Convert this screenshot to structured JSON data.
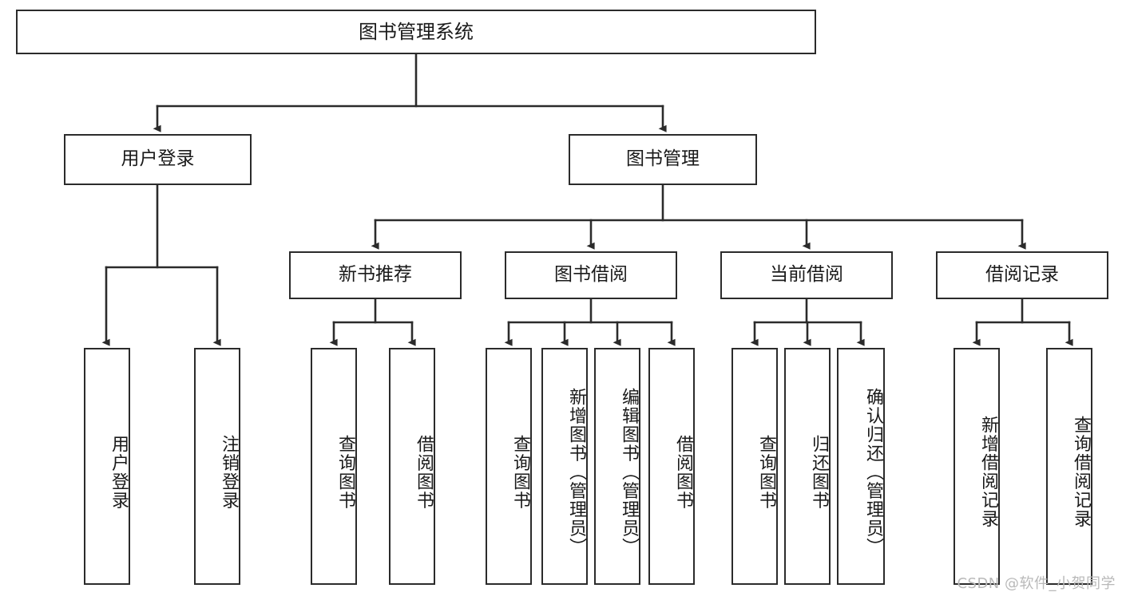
{
  "diagram": {
    "title": "图书管理系统",
    "type": "tree-hierarchy-diagram",
    "colors": {
      "stroke": "#2b2b2b",
      "fill": "#ffffff",
      "text": "#1a1a1a",
      "watermark": "#b9b9b9"
    },
    "watermark": "CSDN @软件_小贺同学"
  },
  "nodes": {
    "root": {
      "label": "图书管理系统"
    },
    "level2": [
      {
        "id": "user-login",
        "label": "用户登录"
      },
      {
        "id": "book-management",
        "label": "图书管理"
      }
    ],
    "level3": [
      {
        "id": "new-book-recommend",
        "label": "新书推荐"
      },
      {
        "id": "book-borrow",
        "label": "图书借阅"
      },
      {
        "id": "current-borrow",
        "label": "当前借阅"
      },
      {
        "id": "borrow-record",
        "label": "借阅记录"
      }
    ],
    "leaves": {
      "user_login": [
        {
          "id": "leaf-user-login",
          "label": "用户登录"
        },
        {
          "id": "leaf-logout-login",
          "label": "注销登录"
        }
      ],
      "new_book_recommend": [
        {
          "id": "leaf-query-book-1",
          "label": "查询图书"
        },
        {
          "id": "leaf-borrow-book-1",
          "label": "借阅图书"
        }
      ],
      "book_borrow": [
        {
          "id": "leaf-query-book-2",
          "label": "查询图书"
        },
        {
          "id": "leaf-add-book",
          "label": "新增图书（管理员）"
        },
        {
          "id": "leaf-edit-book",
          "label": "编辑图书（管理员）"
        },
        {
          "id": "leaf-borrow-book-2",
          "label": "借阅图书"
        }
      ],
      "current_borrow": [
        {
          "id": "leaf-query-book-3",
          "label": "查询图书"
        },
        {
          "id": "leaf-return-book",
          "label": "归还图书"
        },
        {
          "id": "leaf-confirm-return",
          "label": "确认归还（管理员）"
        }
      ],
      "borrow_record": [
        {
          "id": "leaf-add-record",
          "label": "新增借阅记录"
        },
        {
          "id": "leaf-query-record",
          "label": "查询借阅记录"
        }
      ]
    }
  }
}
